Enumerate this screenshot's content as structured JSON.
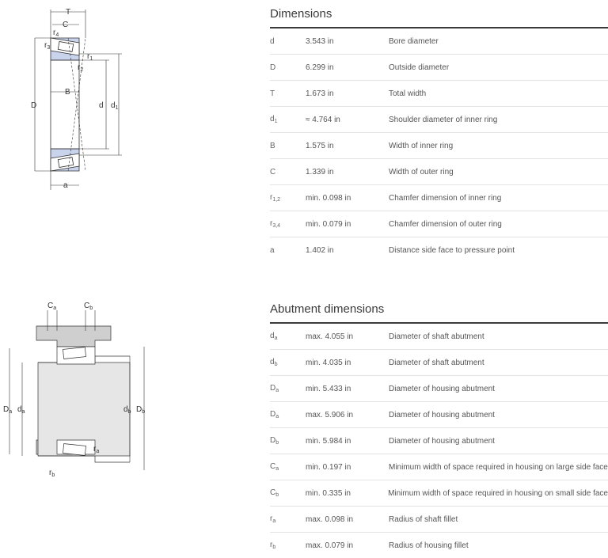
{
  "dimensions": {
    "title": "Dimensions",
    "rows": [
      {
        "sym": "d",
        "sub": "",
        "value": "3.543 in",
        "desc": "Bore diameter"
      },
      {
        "sym": "D",
        "sub": "",
        "value": "6.299 in",
        "desc": "Outside diameter"
      },
      {
        "sym": "T",
        "sub": "",
        "value": "1.673 in",
        "desc": "Total width"
      },
      {
        "sym": "d",
        "sub": "1",
        "value": "≈ 4.764 in",
        "desc": "Shoulder diameter of inner ring"
      },
      {
        "sym": "B",
        "sub": "",
        "value": "1.575 in",
        "desc": "Width of inner ring"
      },
      {
        "sym": "C",
        "sub": "",
        "value": "1.339 in",
        "desc": "Width of outer ring"
      },
      {
        "sym": "r",
        "sub": "1,2",
        "value": "min. 0.098 in",
        "desc": "Chamfer dimension of inner ring"
      },
      {
        "sym": "r",
        "sub": "3,4",
        "value": "min. 0.079 in",
        "desc": "Chamfer dimension of outer ring"
      },
      {
        "sym": "a",
        "sub": "",
        "value": "1.402 in",
        "desc": "Distance side face to pressure point"
      }
    ]
  },
  "abutment": {
    "title": "Abutment dimensions",
    "rows": [
      {
        "sym": "d",
        "sub": "a",
        "value": "max. 4.055 in",
        "desc": "Diameter of shaft abutment"
      },
      {
        "sym": "d",
        "sub": "b",
        "value": "min. 4.035 in",
        "desc": "Diameter of shaft abutment"
      },
      {
        "sym": "D",
        "sub": "a",
        "value": "min. 5.433 in",
        "desc": "Diameter of housing abutment"
      },
      {
        "sym": "D",
        "sub": "a",
        "value": "max. 5.906 in",
        "desc": "Diameter of housing abutment"
      },
      {
        "sym": "D",
        "sub": "b",
        "value": "min. 5.984 in",
        "desc": "Diameter of housing abutment"
      },
      {
        "sym": "C",
        "sub": "a",
        "value": "min. 0.197 in",
        "desc": "Minimum width of space required in housing on large side face"
      },
      {
        "sym": "C",
        "sub": "b",
        "value": "min. 0.335 in",
        "desc": "Minimum width of space required in housing on small side face"
      },
      {
        "sym": "r",
        "sub": "a",
        "value": "max. 0.098 in",
        "desc": "Radius of shaft fillet"
      },
      {
        "sym": "r",
        "sub": "b",
        "value": "max. 0.079 in",
        "desc": "Radius of housing fillet"
      }
    ]
  },
  "diagram1": {
    "T": "T",
    "C": "C",
    "B": "B",
    "a": "a",
    "D": "D",
    "d": "d",
    "d1": "d",
    "d1_sub": "1",
    "r1": "r",
    "r1_sub": "1",
    "r2": "r",
    "r2_sub": "2",
    "r3": "r",
    "r3_sub": "3",
    "r4": "r",
    "r4_sub": "4"
  },
  "diagram2": {
    "Ca": "C",
    "Ca_sub": "a",
    "Cb": "C",
    "Cb_sub": "b",
    "Da": "D",
    "Da_sub": "a",
    "da": "d",
    "da_sub": "a",
    "db": "d",
    "db_sub": "b",
    "Db": "D",
    "Db_sub": "b",
    "ra": "r",
    "ra_sub": "a",
    "rb": "r",
    "rb_sub": "b"
  },
  "colors": {
    "bearing_fill": "#c9d3ec",
    "line": "#333333",
    "shaft": "#e6e6e6",
    "housing": "#cfcfcf"
  }
}
